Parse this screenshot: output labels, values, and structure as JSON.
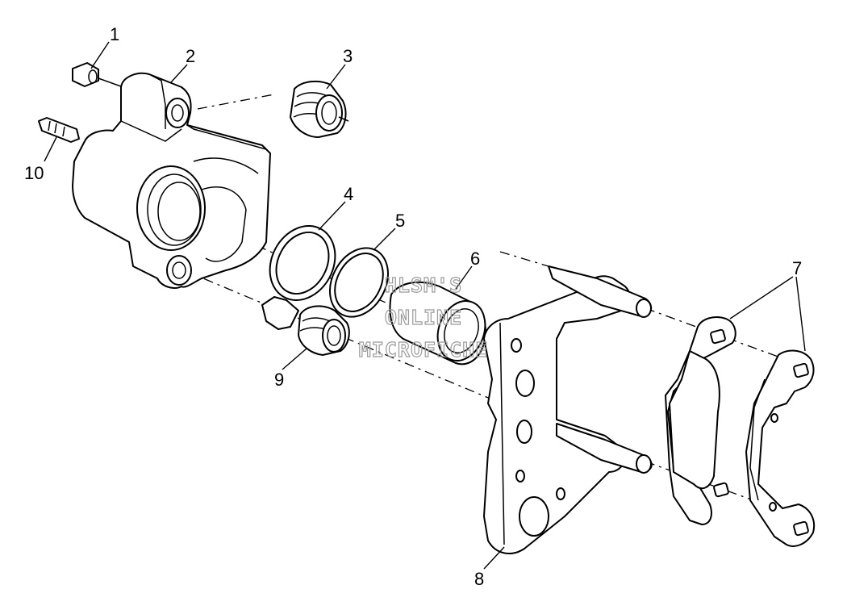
{
  "diagram": {
    "callouts": [
      {
        "id": "1",
        "text": "1"
      },
      {
        "id": "2",
        "text": "2"
      },
      {
        "id": "3",
        "text": "3"
      },
      {
        "id": "4",
        "text": "4"
      },
      {
        "id": "5",
        "text": "5"
      },
      {
        "id": "6",
        "text": "6"
      },
      {
        "id": "7",
        "text": "7"
      },
      {
        "id": "8",
        "text": "8"
      },
      {
        "id": "9",
        "text": "9"
      },
      {
        "id": "10",
        "text": "10"
      }
    ],
    "watermark": {
      "line1": "HLSM'S",
      "line2": "ONLINE",
      "line3": "MICROFICHE"
    }
  }
}
